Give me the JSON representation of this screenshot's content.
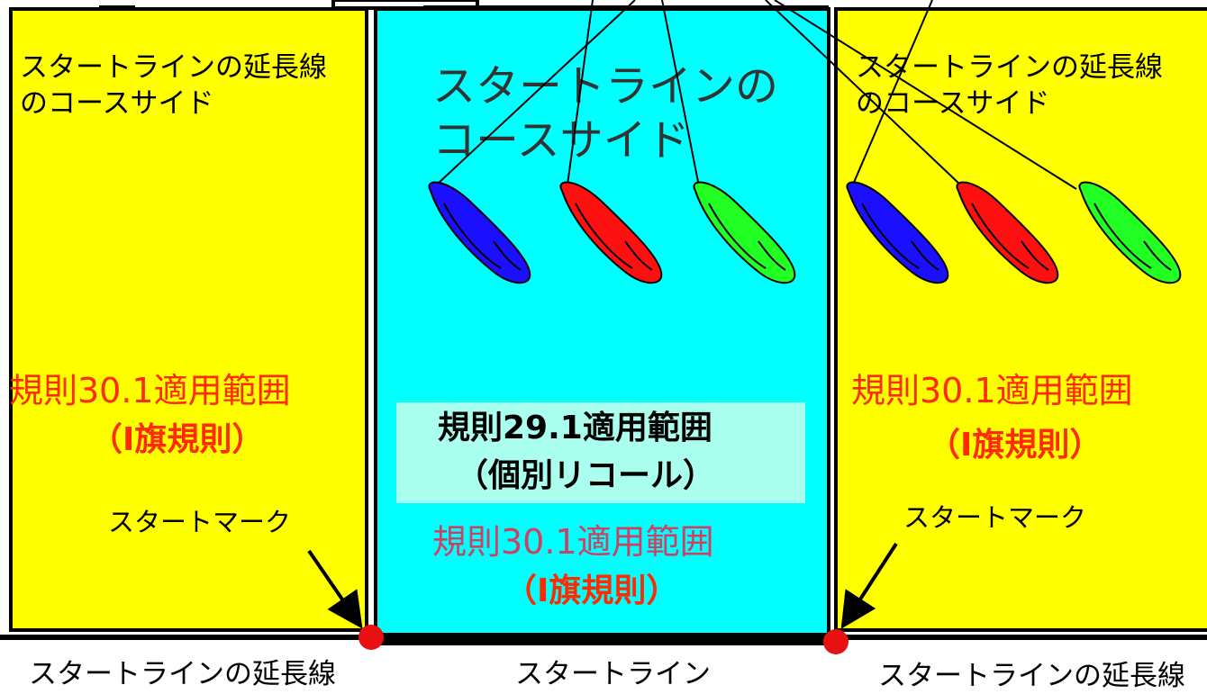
{
  "left_zone": {
    "label": [
      "スタートラインの延長線",
      "のコースサイド"
    ],
    "rule": "規則30.1適用範囲",
    "flag": "（I旗規則）",
    "mark": "スタートマーク"
  },
  "center_zone": {
    "label": [
      "スタートラインの",
      "コースサイド"
    ],
    "rule_29": [
      "規則29.1適用範囲",
      "（個別リコール）"
    ],
    "rule_30": "規則30.1適用範囲",
    "flag": "（I旗規則）"
  },
  "right_zone": {
    "label": [
      "スタートラインの延長線",
      "のコースサイド"
    ],
    "rule": "規則30.1適用範囲",
    "flag": "（I旗規則）",
    "mark": "スタートマーク"
  },
  "bottom_labels": {
    "left": "スタートラインの延長線",
    "center": "スタートライン",
    "right": "スタートラインの延長線"
  },
  "boat_colors": [
    "blue",
    "red",
    "green"
  ],
  "colors": {
    "yellow": "#ffff00",
    "cyan": "#00ffff",
    "rule_red": "#ff2a00",
    "faded_rule": "#d04060",
    "boat_blue": "#1a10ff",
    "boat_red": "#ff1010",
    "boat_green": "#22ff22",
    "mark_red": "#e81010"
  }
}
